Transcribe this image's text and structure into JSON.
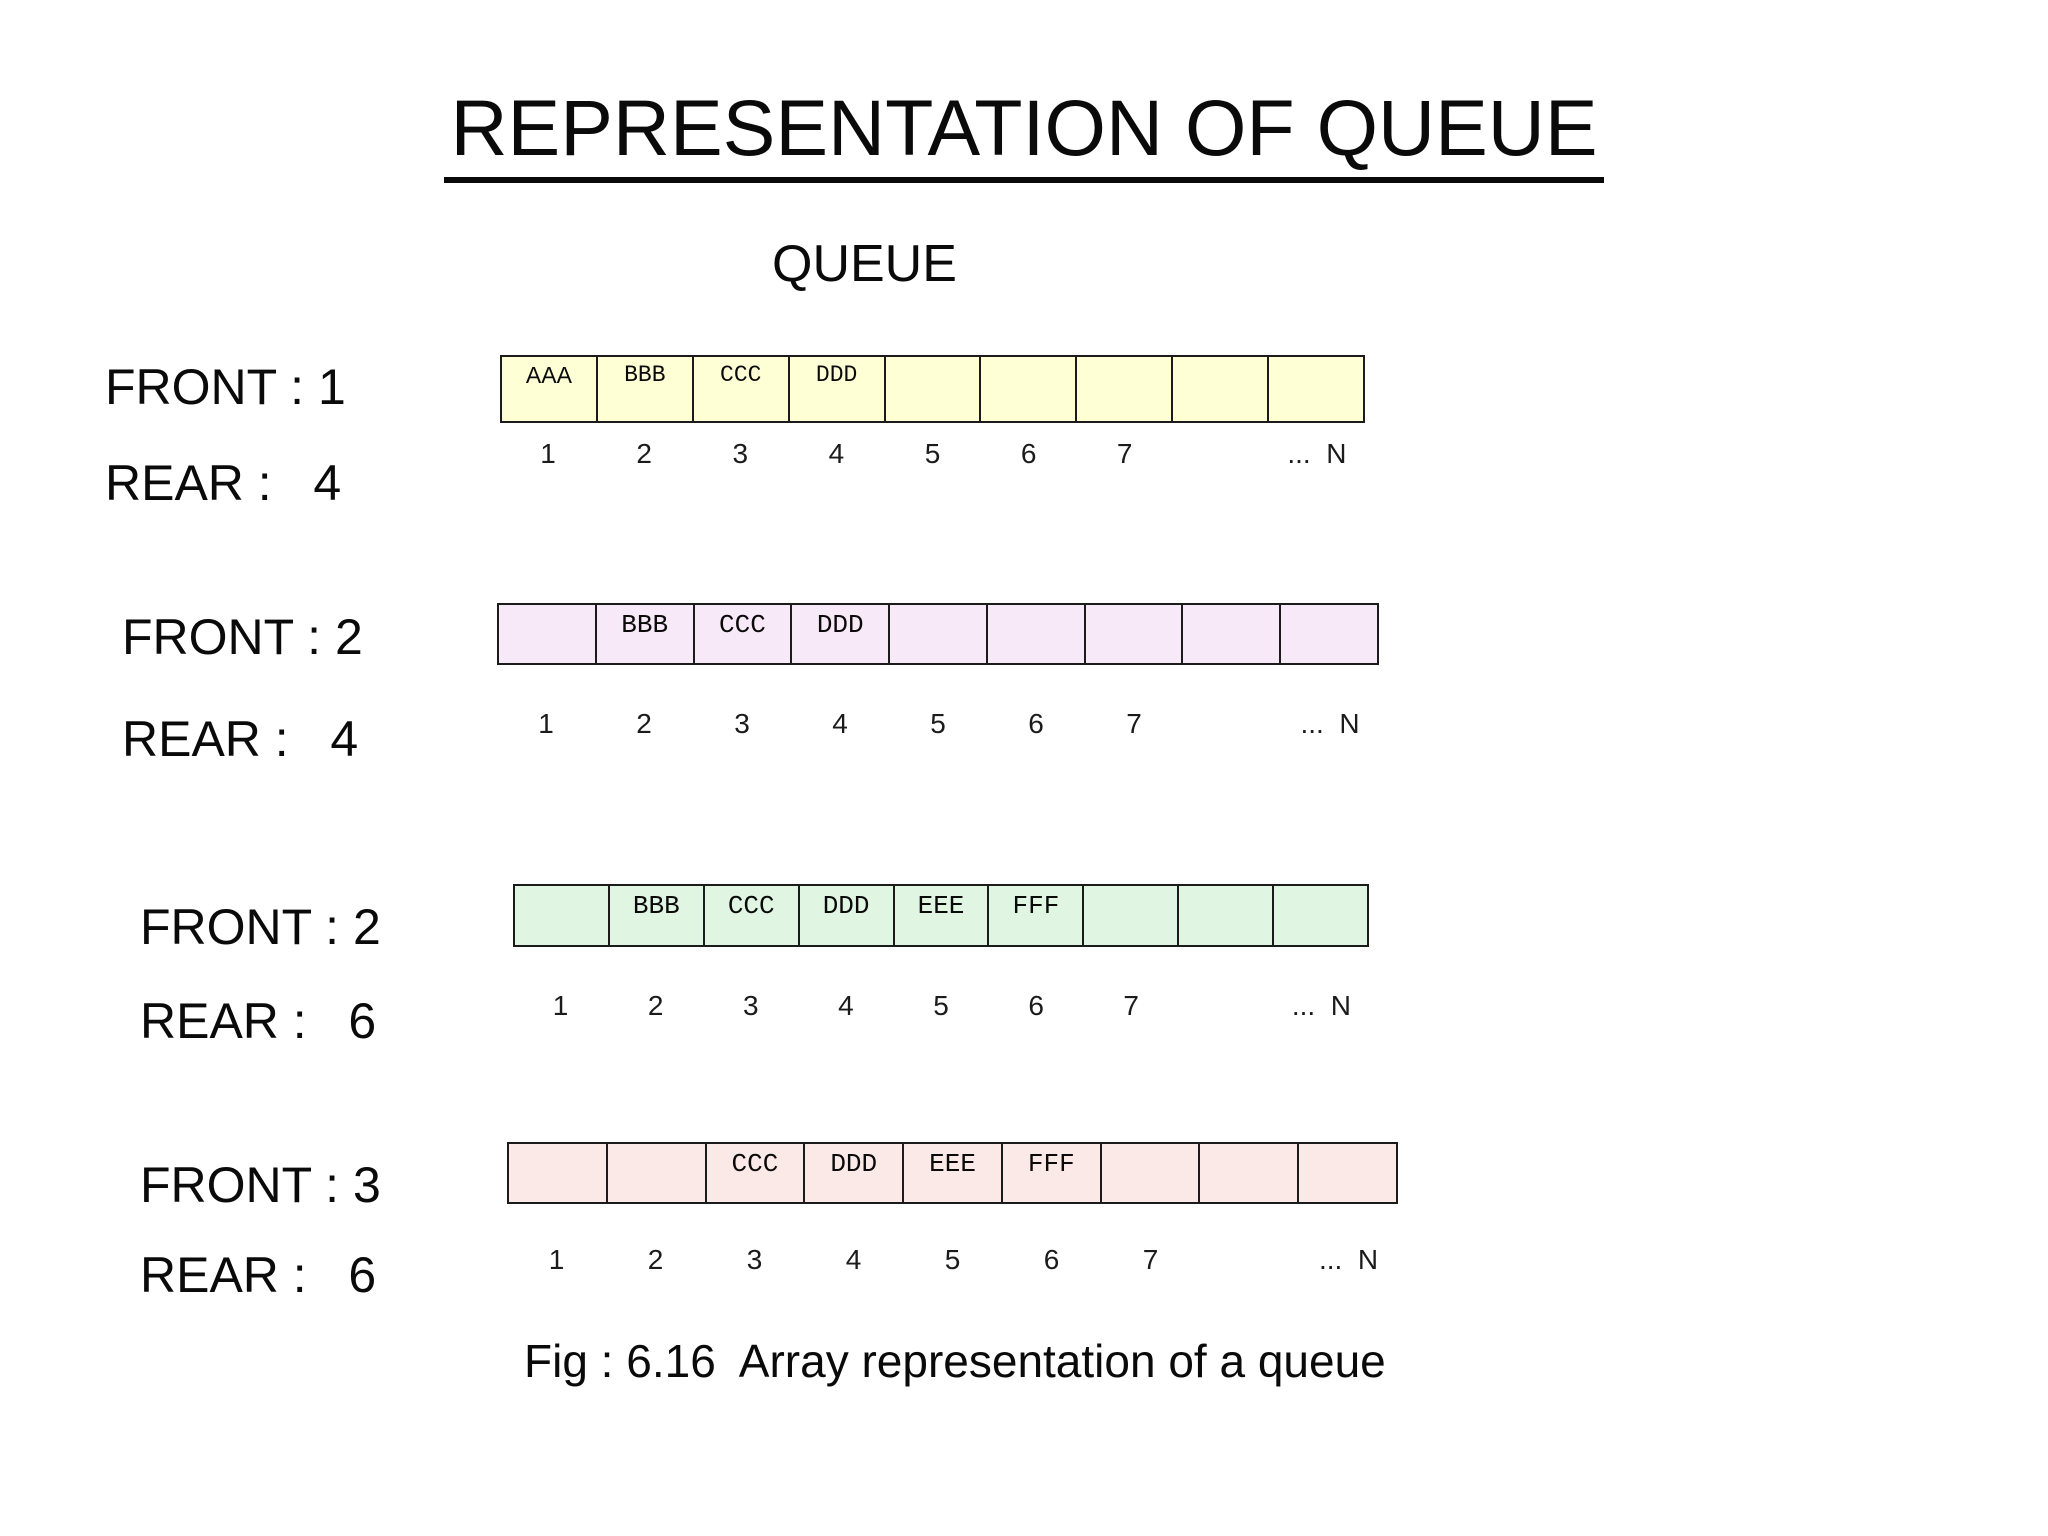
{
  "title": "REPRESENTATION OF QUEUE",
  "queue_heading": "QUEUE",
  "caption": "Fig : 6.16  Array representation of a queue",
  "index_labels": [
    "1",
    "2",
    "3",
    "4",
    "5",
    "6",
    "7",
    "",
    "...  N"
  ],
  "array_cell_count": 9,
  "states": [
    {
      "front_label": "FRONT : 1",
      "rear_label": "REAR :   4",
      "front_value": 1,
      "rear_value": 4,
      "cell_color": "#FFFFD6",
      "cells": [
        "AAA",
        "BBB",
        "CCC",
        "DDD",
        "",
        "",
        "",
        "",
        ""
      ]
    },
    {
      "front_label": "FRONT : 2",
      "rear_label": "REAR :   4",
      "front_value": 2,
      "rear_value": 4,
      "cell_color": "#F8E9F8",
      "cells": [
        "",
        "BBB",
        "CCC",
        "DDD",
        "",
        "",
        "",
        "",
        ""
      ]
    },
    {
      "front_label": "FRONT : 2",
      "rear_label": "REAR :   6",
      "front_value": 2,
      "rear_value": 6,
      "cell_color": "#E0F6E3",
      "cells": [
        "",
        "BBB",
        "CCC",
        "DDD",
        "EEE",
        "FFF",
        "",
        "",
        ""
      ]
    },
    {
      "front_label": "FRONT : 3",
      "rear_label": "REAR :   6",
      "front_value": 3,
      "rear_value": 6,
      "cell_color": "#FBE9E7",
      "cells": [
        "",
        "",
        "CCC",
        "DDD",
        "EEE",
        "FFF",
        "",
        "",
        ""
      ]
    }
  ]
}
